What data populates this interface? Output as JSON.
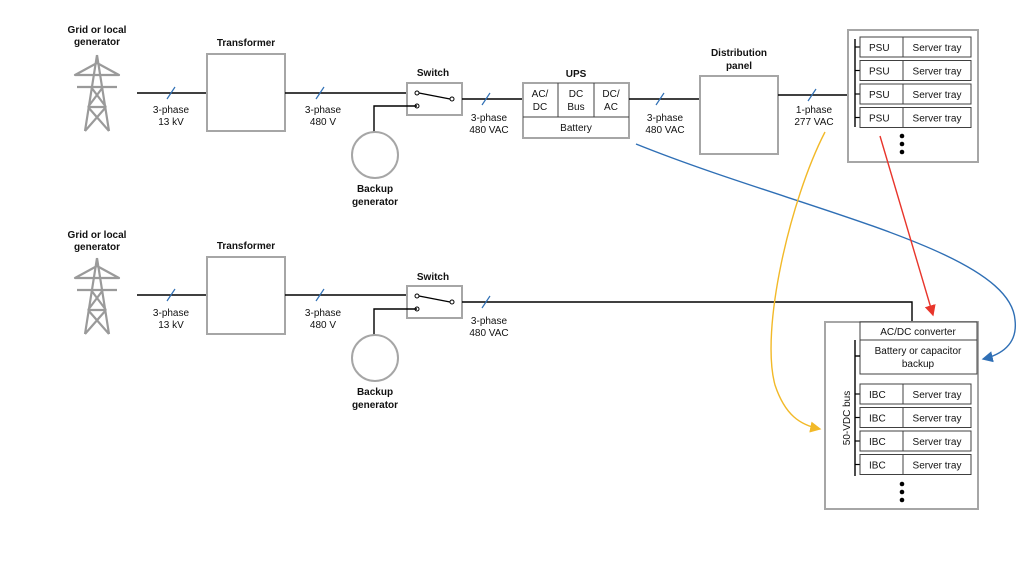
{
  "top": {
    "source_label": [
      "Grid or local",
      "generator"
    ],
    "transformer_label": "Transformer",
    "switch_label": "Switch",
    "backup_label": [
      "Backup",
      "generator"
    ],
    "ups_label": "UPS",
    "ups_cells": [
      [
        "AC/",
        "DC"
      ],
      [
        "DC",
        "Bus"
      ],
      [
        "DC/",
        "AC"
      ]
    ],
    "ups_battery": "Battery",
    "distribution_label": [
      "Distribution",
      "panel"
    ],
    "line1": [
      "3-phase",
      "13 kV"
    ],
    "line2": [
      "3-phase",
      "480 V"
    ],
    "line3": [
      "3-phase",
      "480 VAC"
    ],
    "line4": [
      "3-phase",
      "480 VAC"
    ],
    "line5": [
      "1-phase",
      "277 VAC"
    ],
    "rack_rows": [
      {
        "psu": "PSU",
        "tray": "Server tray"
      },
      {
        "psu": "PSU",
        "tray": "Server tray"
      },
      {
        "psu": "PSU",
        "tray": "Server tray"
      },
      {
        "psu": "PSU",
        "tray": "Server tray"
      }
    ]
  },
  "bottom": {
    "source_label": [
      "Grid or local",
      "generator"
    ],
    "transformer_label": "Transformer",
    "switch_label": "Switch",
    "backup_label": [
      "Backup",
      "generator"
    ],
    "line1": [
      "3-phase",
      "13 kV"
    ],
    "line2": [
      "3-phase",
      "480 V"
    ],
    "line3": [
      "3-phase",
      "480 VAC"
    ],
    "converter_label": "AC/DC converter",
    "battery_label": [
      "Battery or capacitor",
      "backup"
    ],
    "bus_label": "50-VDC bus",
    "rack_rows": [
      {
        "ibc": "IBC",
        "tray": "Server tray"
      },
      {
        "ibc": "IBC",
        "tray": "Server tray"
      },
      {
        "ibc": "IBC",
        "tray": "Server tray"
      },
      {
        "ibc": "IBC",
        "tray": "Server tray"
      }
    ]
  },
  "arrow_colors": {
    "blue": "#2f6fb5",
    "red": "#e8352b",
    "yellow": "#f2b928"
  },
  "icons": [
    "transmission-tower-icon",
    "generator-icon",
    "switch-icon",
    "ellipsis-icon"
  ]
}
